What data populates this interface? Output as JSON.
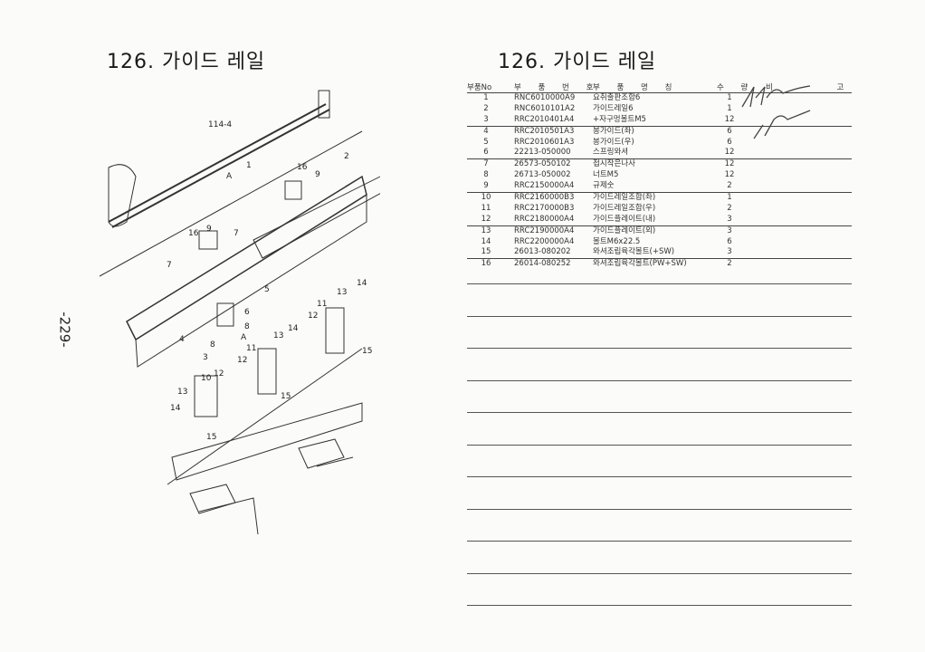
{
  "left_title": "126. 가이드 레일",
  "right_title": "126. 가이드 레일",
  "page_number": "-229-",
  "table": {
    "headers": {
      "no": "부품No",
      "part_no": "부 품 번 호",
      "name": "부 품 명 칭",
      "qty": "수 량",
      "remark": "비 고"
    },
    "rows": [
      {
        "no": "1",
        "part_no": "RNC6010000A9",
        "name": "요취출판조합6",
        "qty": "1"
      },
      {
        "no": "2",
        "part_no": "RNC6010101A2",
        "name": "가이드레일6",
        "qty": "1"
      },
      {
        "no": "3",
        "part_no": "RRC2010401A4",
        "name": "+자구멍볼트M5",
        "qty": "12"
      },
      {
        "no": "4",
        "part_no": "RRC2010501A3",
        "name": "봉가이드(좌)",
        "qty": "6"
      },
      {
        "no": "5",
        "part_no": "RRC2010601A3",
        "name": "봉가이드(우)",
        "qty": "6"
      },
      {
        "no": "6",
        "part_no": "22213-050000",
        "name": "스프링와셔",
        "qty": "12"
      },
      {
        "no": "7",
        "part_no": "26573-050102",
        "name": "접시작은나사",
        "qty": "12"
      },
      {
        "no": "8",
        "part_no": "26713-050002",
        "name": "너트M5",
        "qty": "12"
      },
      {
        "no": "9",
        "part_no": "RRC2150000A4",
        "name": "규제숫",
        "qty": "2"
      },
      {
        "no": "10",
        "part_no": "RRC2160000B3",
        "name": "가이드레일조합(좌)",
        "qty": "1"
      },
      {
        "no": "11",
        "part_no": "RRC2170000B3",
        "name": "가이드레일조합(우)",
        "qty": "2"
      },
      {
        "no": "12",
        "part_no": "RRC2180000A4",
        "name": "가이드플레이트(내)",
        "qty": "3"
      },
      {
        "no": "13",
        "part_no": "RRC2190000A4",
        "name": "가이드플레이트(외)",
        "qty": "3"
      },
      {
        "no": "14",
        "part_no": "RRC2200000A4",
        "name": "볼트M6x22.5",
        "qty": "6"
      },
      {
        "no": "15",
        "part_no": "26013-080202",
        "name": "와셔조립육각볼트(+SW)",
        "qty": "3"
      },
      {
        "no": "16",
        "part_no": "26014-080252",
        "name": "와셔조립육각볼트(PW+SW)",
        "qty": "2"
      }
    ]
  },
  "diagram_callouts": [
    "114-4",
    "1",
    "2",
    "16",
    "9",
    "A",
    "16",
    "9",
    "7",
    "7",
    "5",
    "6",
    "8",
    "4",
    "8",
    "3",
    "A",
    "11",
    "12",
    "13",
    "14",
    "15",
    "11",
    "13",
    "14",
    "12",
    "15",
    "10",
    "12",
    "13",
    "14",
    "15"
  ]
}
